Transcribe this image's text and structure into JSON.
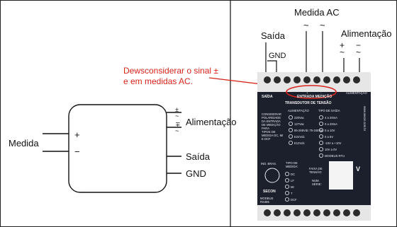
{
  "colors": {
    "warning": "#d9241c",
    "line": "#111111",
    "device_body": "#1c1f2c"
  },
  "left_schematic": {
    "input_label": "Medida",
    "plus_sign": "+",
    "minus_sign": "−",
    "power_label": "Alimentação",
    "power_symbols": [
      "±",
      "~",
      "∓",
      "~"
    ],
    "output_label": "Saída",
    "gnd_label": "GND"
  },
  "device_callouts": {
    "output_label": "Saída",
    "gnd_label": "GND",
    "measure_ac_label": "Medida AC",
    "ac_symbol": "~",
    "power_label": "Alimentação",
    "power_plus": "+",
    "power_minus": "−",
    "warning_line1": "Dewsconsiderar o sinal ±",
    "warning_line2": "e em medidas AC."
  },
  "device": {
    "top_labels": {
      "saida": "SAÍDA",
      "entrada": "ENTRADA MEDIÇÃO",
      "alimentacao": "ALIMENTAÇÃO",
      "plus": "+",
      "minus": "-",
      "tilde": "~"
    },
    "title": "TRANSDUTOR DE TENSÃO",
    "left_note": [
      "CONSIDERAR",
      "POLARIDADE",
      "DA ENTRADA",
      "DE MEDIÇÃO",
      "PARA",
      "TIPOS DE",
      "MEDIDA DC, MI",
      "E DCF"
    ],
    "alimentacao_title": "ALIMENTAÇÃO",
    "alimentacao_options": [
      "220Vac",
      "127Vac",
      "85-265Vdc 75-245Vac",
      "E24Vdc",
      "E12Vdc"
    ],
    "saida_title": "TIPO DE SAÍDA",
    "saida_options": [
      "4 a 20mA",
      "0 a 20mA",
      "0 a 10V",
      "0 a 5V",
      "-10V a +10V",
      "10V a 0V",
      "MODBUS RTU"
    ],
    "side_url": "www.secon.com.br",
    "brand": "SECON",
    "ind_reg": "IND. BRAS.",
    "tipo_title": [
      "TIPO DE",
      "MEDIDA:"
    ],
    "tipo_options": [
      "DC",
      "LF",
      "MI",
      "T",
      "DCF"
    ],
    "faixa_title": [
      "FAIXA DE",
      "TENSÃO:"
    ],
    "num_serie": [
      "NUM.",
      "SÉRIE:"
    ],
    "v_label": "V",
    "modbus": [
      "MODBUS",
      "RS485"
    ]
  }
}
